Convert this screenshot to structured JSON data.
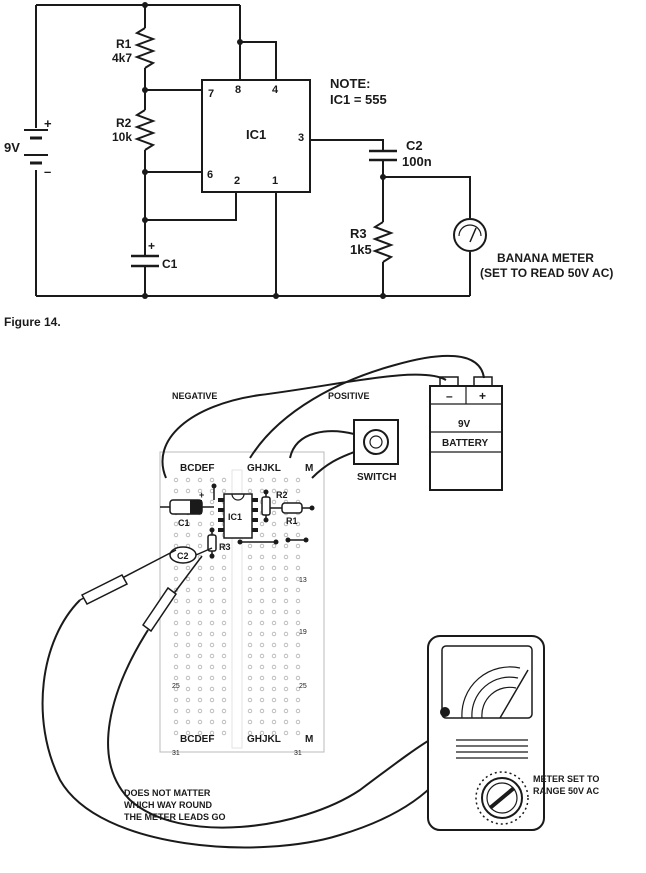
{
  "schematic": {
    "battery_label": "9V",
    "plus_sign": "+",
    "minus_sign": "–",
    "r1_name": "R1",
    "r1_value": "4k7",
    "r2_name": "R2",
    "r2_value": "10k",
    "ic_name": "IC1",
    "pin7": "7",
    "pin8": "8",
    "pin4": "4",
    "pin3": "3",
    "pin6": "6",
    "pin2": "2",
    "pin1": "1",
    "c1_plus": "+",
    "c1_name": "C1",
    "note_line1": "NOTE:",
    "note_line2": "IC1 = 555",
    "c2_name": "C2",
    "c2_value": "100n",
    "r3_name": "R3",
    "r3_value": "1k5",
    "meter_line1": "BANANA METER",
    "meter_line2": "(SET TO READ 50V AC)"
  },
  "caption": "Figure 14.",
  "layout": {
    "negative_label": "NEGATIVE",
    "positive_label": "POSITIVE",
    "battery_minus": "–",
    "battery_plus": "+",
    "battery_voltage": "9V",
    "battery_label": "BATTERY",
    "switch_label": "SWITCH",
    "board_cols_left": "BCDEF",
    "board_cols_right": "GHJKL",
    "board_col_m": "M",
    "row_13": "13",
    "row_19": "19",
    "row_25": "25",
    "row_31": "31",
    "c1_label": "C1",
    "c1_plus": "+",
    "ic_label": "IC1",
    "r2_label": "R2",
    "r1_label": "R1",
    "r3_label": "R3",
    "c2_label": "C2",
    "meter_note_line1": "METER SET TO",
    "meter_note_line2": "RANGE 50V AC",
    "leads_note_line1": "DOES NOT MATTER",
    "leads_note_line2": "WHICH WAY ROUND",
    "leads_note_line3": "THE METER LEADS GO"
  }
}
